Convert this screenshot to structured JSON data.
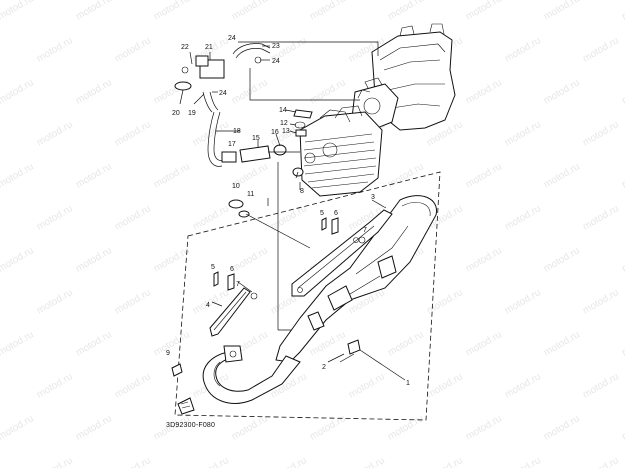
{
  "diagram_code": "3D92300-F080",
  "watermark_text": "motod.ru",
  "callouts": [
    "1",
    "2",
    "3",
    "4",
    "5",
    "6",
    "7",
    "8",
    "9",
    "10",
    "11",
    "12",
    "13",
    "14",
    "15",
    "16",
    "17",
    "18",
    "19",
    "20",
    "21",
    "22",
    "23",
    "24"
  ],
  "callout_24_repeats": 3
}
